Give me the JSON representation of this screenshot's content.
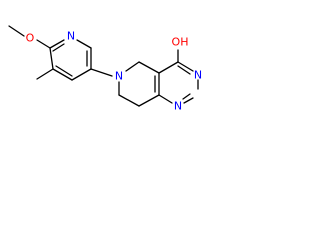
{
  "molecule": {
    "colors": {
      "bond": "#000000",
      "carbon_label": "#000000",
      "nitrogen": "#0000ff",
      "oxygen": "#ff0000",
      "background": "#ffffff"
    },
    "labels": {
      "ring_n_top": "N",
      "methoxy_o": "O",
      "amine_n": "N",
      "hydroxyl": "OH",
      "ring_n_right": "N",
      "ring_n_bottom": "N"
    }
  }
}
